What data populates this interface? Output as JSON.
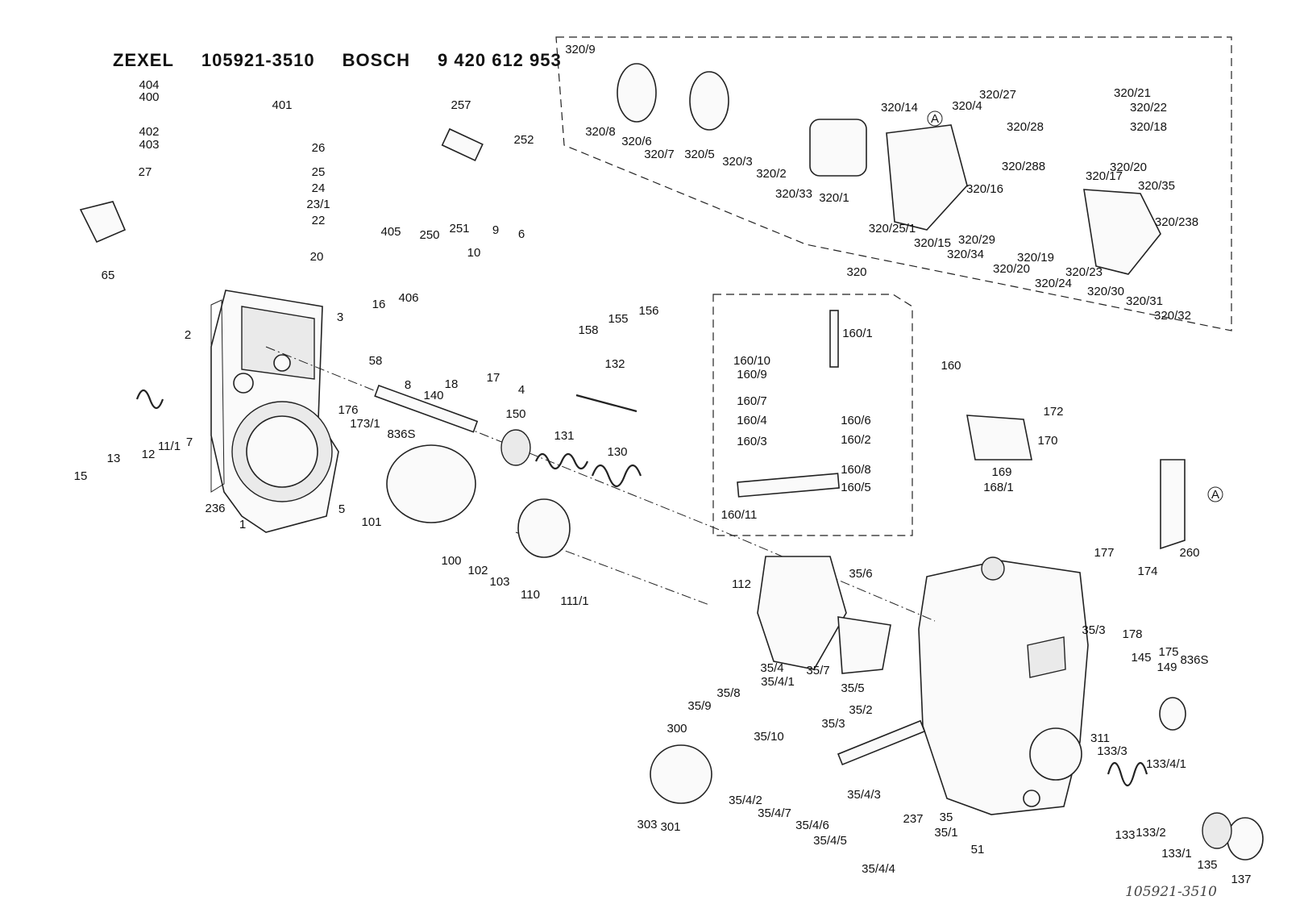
{
  "header": {
    "brand1": "ZEXEL",
    "part1": "105921-3510",
    "brand2": "BOSCH",
    "part2": "9 420 612 953"
  },
  "footer_note": "105921-3510",
  "callouts": [
    {
      "id": "c1",
      "label": "320/9"
    },
    {
      "id": "c2",
      "label": "320/8"
    },
    {
      "id": "c3",
      "label": "320/6"
    },
    {
      "id": "c4",
      "label": "320/7"
    },
    {
      "id": "c5",
      "label": "320/5"
    },
    {
      "id": "c6",
      "label": "320/3"
    },
    {
      "id": "c7",
      "label": "320/2"
    },
    {
      "id": "c8",
      "label": "320/33"
    },
    {
      "id": "c9",
      "label": "320/1"
    },
    {
      "id": "c10",
      "label": "320/14"
    },
    {
      "id": "c11",
      "label": "320/4"
    },
    {
      "id": "c12",
      "label": "320/27"
    },
    {
      "id": "c13",
      "label": "320/28"
    },
    {
      "id": "c14",
      "label": "320/288"
    },
    {
      "id": "c15",
      "label": "320/16"
    },
    {
      "id": "c16",
      "label": "320/25/1"
    },
    {
      "id": "c17",
      "label": "320/15"
    },
    {
      "id": "c18",
      "label": "320/29"
    },
    {
      "id": "c19",
      "label": "320/34"
    },
    {
      "id": "c20",
      "label": "320/20"
    },
    {
      "id": "c21",
      "label": "320/19"
    },
    {
      "id": "c22",
      "label": "320/21"
    },
    {
      "id": "c23",
      "label": "320/22"
    },
    {
      "id": "c24",
      "label": "320/18"
    },
    {
      "id": "c25",
      "label": "320/20"
    },
    {
      "id": "c26",
      "label": "320/17"
    },
    {
      "id": "c27",
      "label": "320/35"
    },
    {
      "id": "c28",
      "label": "320/238"
    },
    {
      "id": "c29",
      "label": "320/23"
    },
    {
      "id": "c30",
      "label": "320/24"
    },
    {
      "id": "c31",
      "label": "320/30"
    },
    {
      "id": "c32",
      "label": "320/31"
    },
    {
      "id": "c33",
      "label": "320/32"
    },
    {
      "id": "c34",
      "label": "320"
    },
    {
      "id": "c35",
      "label": "A"
    },
    {
      "id": "c36",
      "label": "A"
    },
    {
      "id": "c37",
      "label": "404"
    },
    {
      "id": "c38",
      "label": "400"
    },
    {
      "id": "c39",
      "label": "401"
    },
    {
      "id": "c40",
      "label": "402"
    },
    {
      "id": "c41",
      "label": "403"
    },
    {
      "id": "c42",
      "label": "26"
    },
    {
      "id": "c43",
      "label": "27"
    },
    {
      "id": "c44",
      "label": "25"
    },
    {
      "id": "c45",
      "label": "24"
    },
    {
      "id": "c46",
      "label": "23/1"
    },
    {
      "id": "c47",
      "label": "22"
    },
    {
      "id": "c48",
      "label": "20"
    },
    {
      "id": "c49",
      "label": "65"
    },
    {
      "id": "c50",
      "label": "257"
    },
    {
      "id": "c51",
      "label": "252"
    },
    {
      "id": "c52",
      "label": "250"
    },
    {
      "id": "c53",
      "label": "251"
    },
    {
      "id": "c54",
      "label": "405"
    },
    {
      "id": "c55",
      "label": "406"
    },
    {
      "id": "c56",
      "label": "9"
    },
    {
      "id": "c57",
      "label": "6"
    },
    {
      "id": "c58",
      "label": "10"
    },
    {
      "id": "c59",
      "label": "2"
    },
    {
      "id": "c60",
      "label": "3"
    },
    {
      "id": "c61",
      "label": "16"
    },
    {
      "id": "c62",
      "label": "58"
    },
    {
      "id": "c63",
      "label": "8"
    },
    {
      "id": "c64",
      "label": "18"
    },
    {
      "id": "c65",
      "label": "17"
    },
    {
      "id": "c66",
      "label": "158"
    },
    {
      "id": "c67",
      "label": "155"
    },
    {
      "id": "c68",
      "label": "156"
    },
    {
      "id": "c69",
      "label": "4"
    },
    {
      "id": "c70",
      "label": "132"
    },
    {
      "id": "c71",
      "label": "140"
    },
    {
      "id": "c72",
      "label": "150"
    },
    {
      "id": "c73",
      "label": "131"
    },
    {
      "id": "c74",
      "label": "130"
    },
    {
      "id": "c75",
      "label": "176"
    },
    {
      "id": "c76",
      "label": "173/1"
    },
    {
      "id": "c77",
      "label": "836S"
    },
    {
      "id": "c78",
      "label": "15"
    },
    {
      "id": "c79",
      "label": "13"
    },
    {
      "id": "c80",
      "label": "12"
    },
    {
      "id": "c81",
      "label": "11/1"
    },
    {
      "id": "c82",
      "label": "7"
    },
    {
      "id": "c83",
      "label": "236"
    },
    {
      "id": "c84",
      "label": "1"
    },
    {
      "id": "c85",
      "label": "5"
    },
    {
      "id": "c86",
      "label": "101"
    },
    {
      "id": "c87",
      "label": "100"
    },
    {
      "id": "c88",
      "label": "102"
    },
    {
      "id": "c89",
      "label": "103"
    },
    {
      "id": "c90",
      "label": "110"
    },
    {
      "id": "c91",
      "label": "111/1"
    },
    {
      "id": "c92",
      "label": "160/1"
    },
    {
      "id": "c93",
      "label": "160/10"
    },
    {
      "id": "c94",
      "label": "160/9"
    },
    {
      "id": "c95",
      "label": "160/7"
    },
    {
      "id": "c96",
      "label": "160/6"
    },
    {
      "id": "c97",
      "label": "160/4"
    },
    {
      "id": "c98",
      "label": "160/2"
    },
    {
      "id": "c99",
      "label": "160/3"
    },
    {
      "id": "c100",
      "label": "160/8"
    },
    {
      "id": "c101",
      "label": "160/5"
    },
    {
      "id": "c102",
      "label": "160/11"
    },
    {
      "id": "c103",
      "label": "160"
    },
    {
      "id": "c104",
      "label": "172"
    },
    {
      "id": "c105",
      "label": "170"
    },
    {
      "id": "c106",
      "label": "169"
    },
    {
      "id": "c107",
      "label": "168/1"
    },
    {
      "id": "c108",
      "label": "260"
    },
    {
      "id": "c109",
      "label": "112"
    },
    {
      "id": "c110",
      "label": "35/6"
    },
    {
      "id": "c111",
      "label": "35/4"
    },
    {
      "id": "c112",
      "label": "35/4/1"
    },
    {
      "id": "c113",
      "label": "35/7"
    },
    {
      "id": "c114",
      "label": "35/5"
    },
    {
      "id": "c115",
      "label": "35/8"
    },
    {
      "id": "c116",
      "label": "35/9"
    },
    {
      "id": "c117",
      "label": "35/10"
    },
    {
      "id": "c118",
      "label": "35/3"
    },
    {
      "id": "c119",
      "label": "35/2"
    },
    {
      "id": "c120",
      "label": "35/3"
    },
    {
      "id": "c121",
      "label": "177"
    },
    {
      "id": "c122",
      "label": "174"
    },
    {
      "id": "c123",
      "label": "178"
    },
    {
      "id": "c124",
      "label": "175"
    },
    {
      "id": "c125",
      "label": "836S"
    },
    {
      "id": "c126",
      "label": "145"
    },
    {
      "id": "c127",
      "label": "149"
    },
    {
      "id": "c128",
      "label": "311"
    },
    {
      "id": "c129",
      "label": "300"
    },
    {
      "id": "c130",
      "label": "303"
    },
    {
      "id": "c131",
      "label": "301"
    },
    {
      "id": "c132",
      "label": "35/4/2"
    },
    {
      "id": "c133",
      "label": "35/4/7"
    },
    {
      "id": "c134",
      "label": "35/4/6"
    },
    {
      "id": "c135",
      "label": "35/4/5"
    },
    {
      "id": "c136",
      "label": "35/4/3"
    },
    {
      "id": "c137",
      "label": "35/4/4"
    },
    {
      "id": "c138",
      "label": "237"
    },
    {
      "id": "c139",
      "label": "35"
    },
    {
      "id": "c140",
      "label": "35/1"
    },
    {
      "id": "c141",
      "label": "51"
    },
    {
      "id": "c142",
      "label": "133/3"
    },
    {
      "id": "c143",
      "label": "133/4/1"
    },
    {
      "id": "c144",
      "label": "133"
    },
    {
      "id": "c145",
      "label": "133/2"
    },
    {
      "id": "c146",
      "label": "133/1"
    },
    {
      "id": "c147",
      "label": "135"
    },
    {
      "id": "c148",
      "label": "137"
    }
  ]
}
